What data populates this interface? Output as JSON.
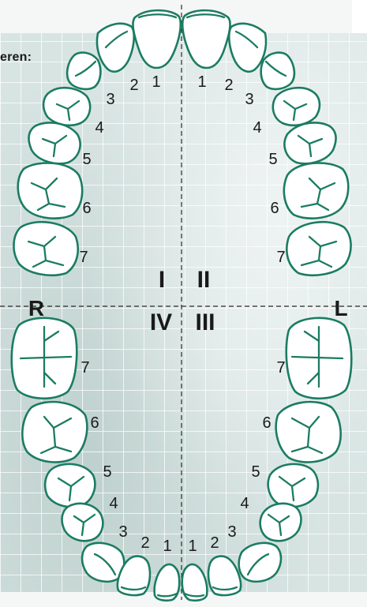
{
  "header": {
    "label": "eren:"
  },
  "sides": {
    "right": "R",
    "left": "L"
  },
  "quadrants": {
    "q1": "I",
    "q2": "II",
    "q3": "III",
    "q4": "IV"
  },
  "tooth_numbers": {
    "upper_right": [
      "1",
      "2",
      "3",
      "4",
      "5",
      "6",
      "7"
    ],
    "upper_left": [
      "1",
      "2",
      "3",
      "4",
      "5",
      "6",
      "7"
    ],
    "lower_right": [
      "1",
      "2",
      "3",
      "4",
      "5",
      "6",
      "7"
    ],
    "lower_left": [
      "1",
      "2",
      "3",
      "4",
      "5",
      "6",
      "7"
    ]
  },
  "colors": {
    "tooth_outline": "#1b7c62",
    "grid_background": "#d7e4e2",
    "text": "#1a1a1a"
  }
}
